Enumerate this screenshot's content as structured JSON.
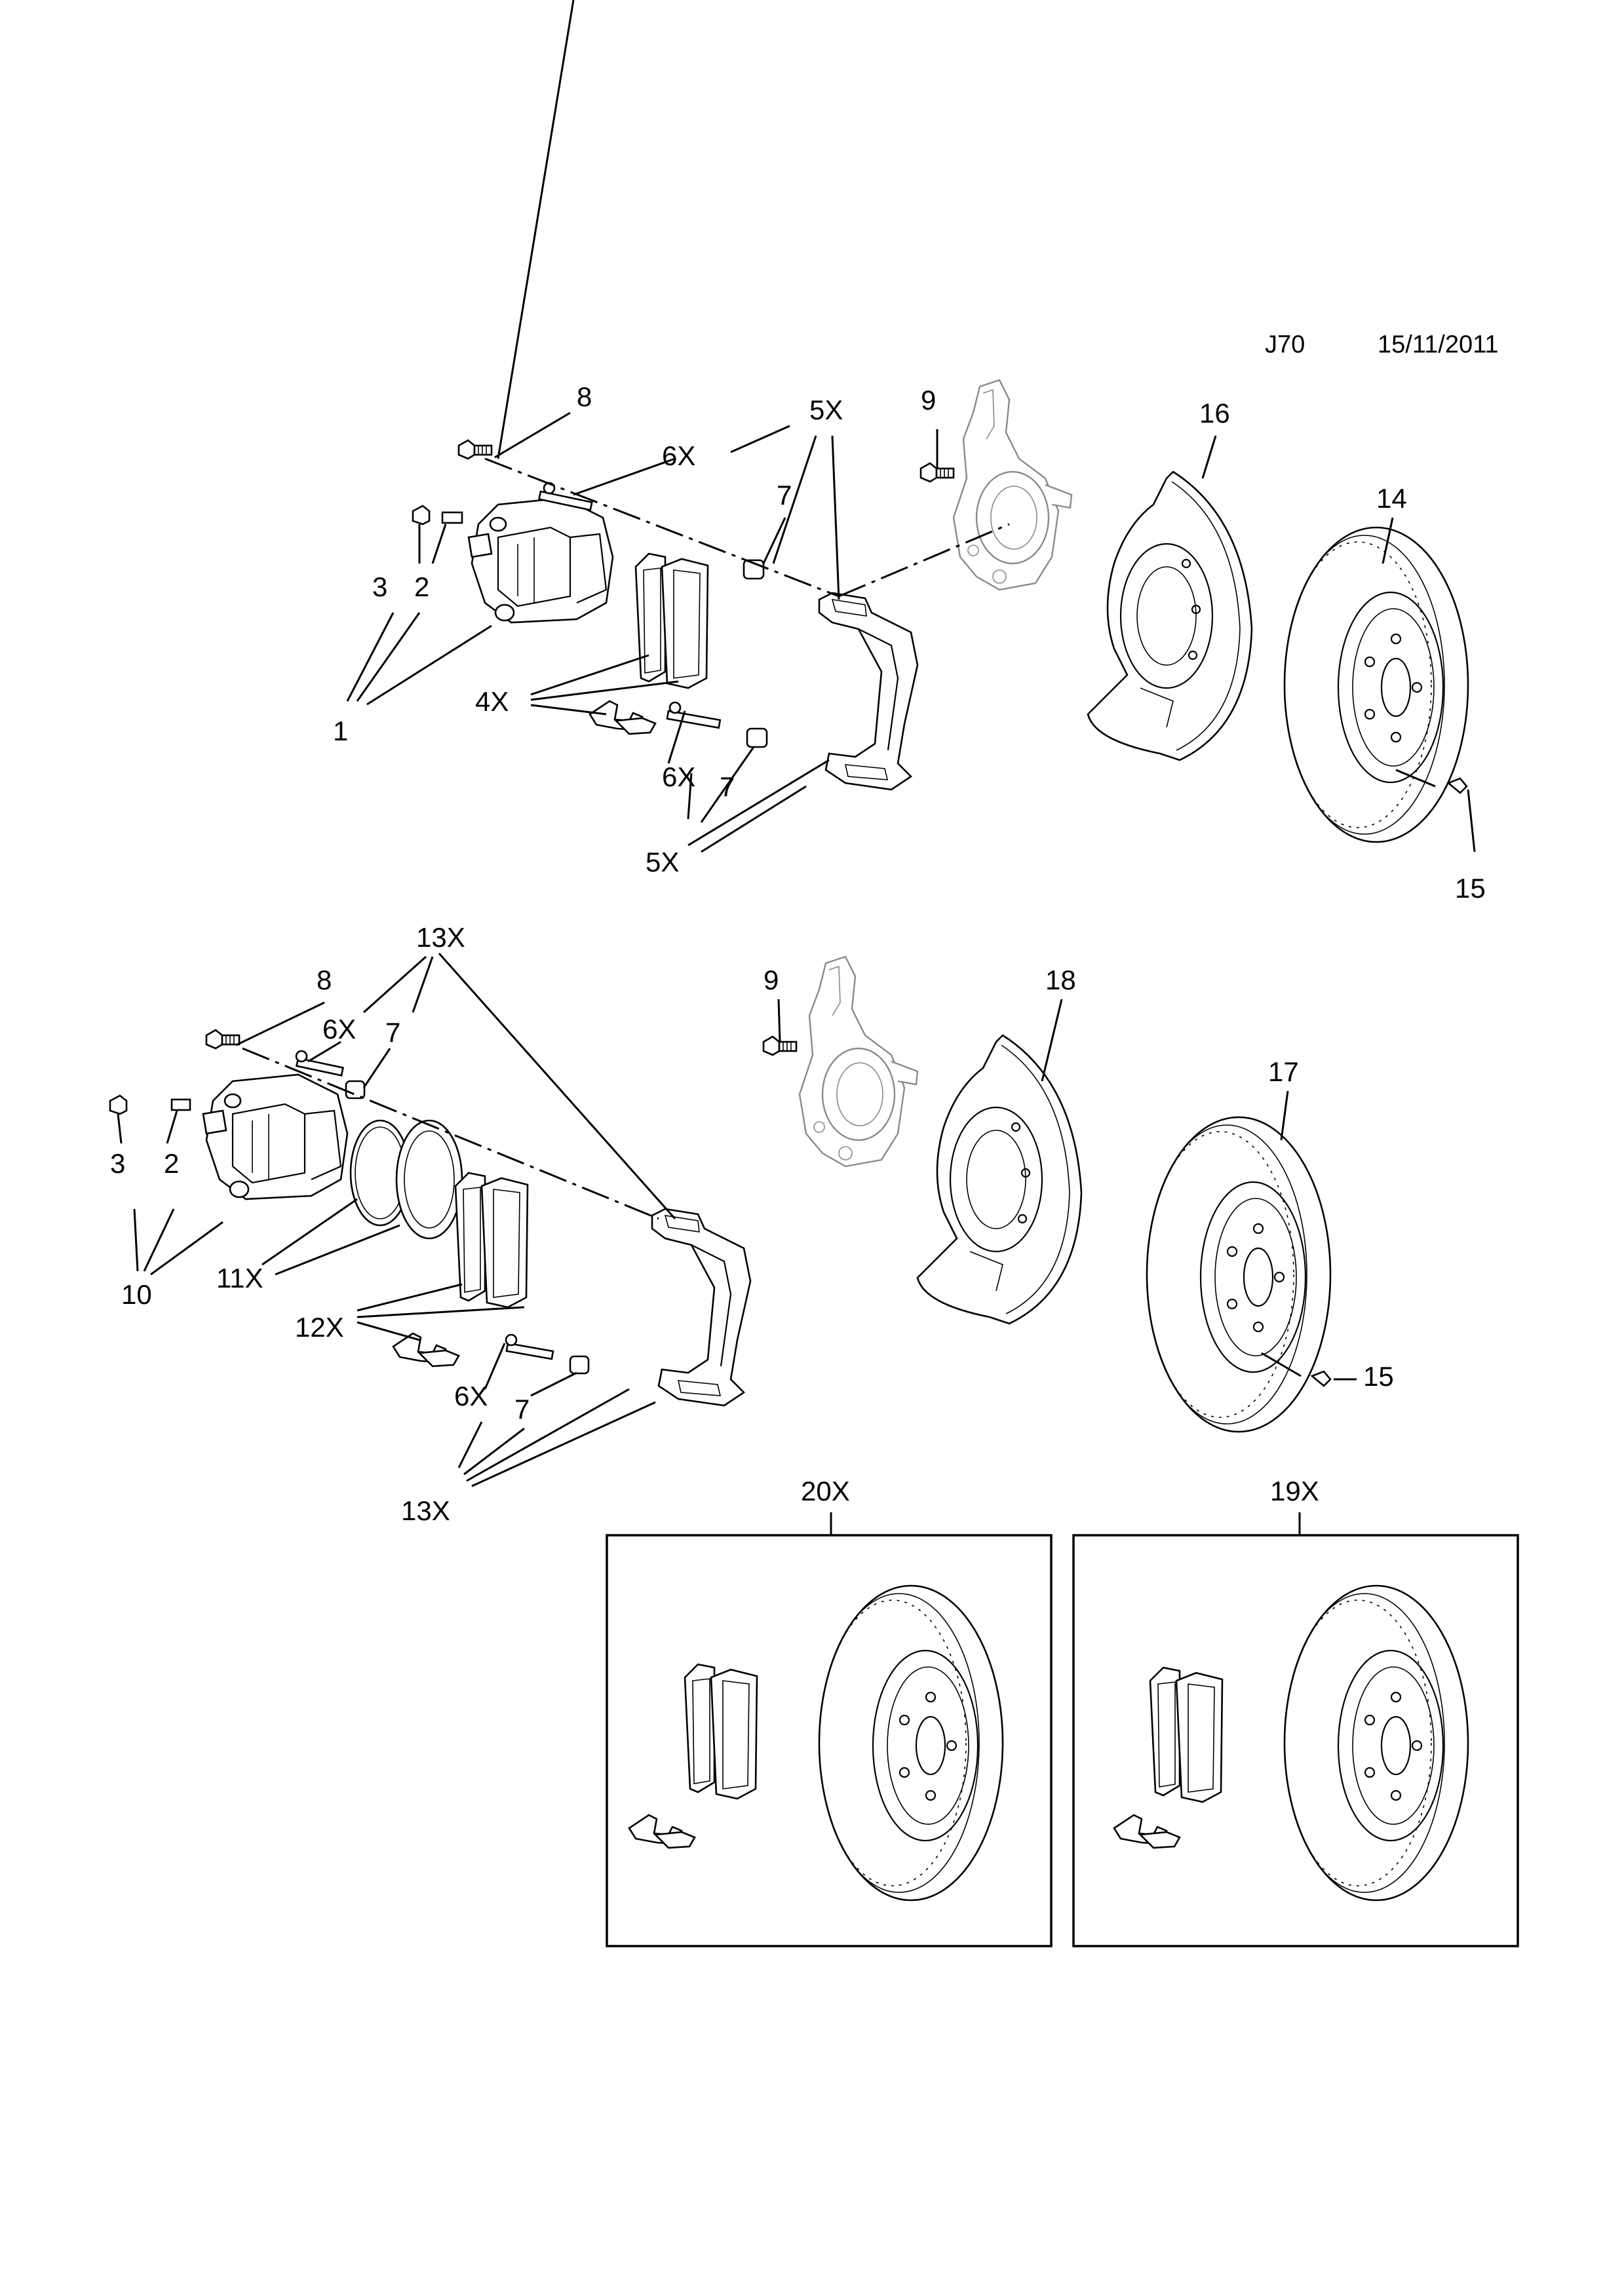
{
  "header": {
    "code": "J70",
    "date": "15/11/2011"
  },
  "callouts_upper": {
    "c8": "8",
    "c5x_top": "5X",
    "c6x_top": "6X",
    "c9": "9",
    "c16": "16",
    "c14": "14",
    "c7_top": "7",
    "c3": "3",
    "c2": "2",
    "c1": "1",
    "c4x": "4X",
    "c6x_mid": "6X",
    "c7_mid": "7",
    "c5x_bot": "5X",
    "c15": "15"
  },
  "callouts_lower": {
    "c13x_top": "13X",
    "c8": "8",
    "c6x_top": "6X",
    "c7_top": "7",
    "c9": "9",
    "c18": "18",
    "c17": "17",
    "c3": "3",
    "c2": "2",
    "c10": "10",
    "c11x": "11X",
    "c12x": "12X",
    "c6x_bot": "6X",
    "c7_bot": "7",
    "c13x_bot": "13X",
    "c15": "15"
  },
  "kits": {
    "kit_left": "20X",
    "kit_right": "19X"
  }
}
